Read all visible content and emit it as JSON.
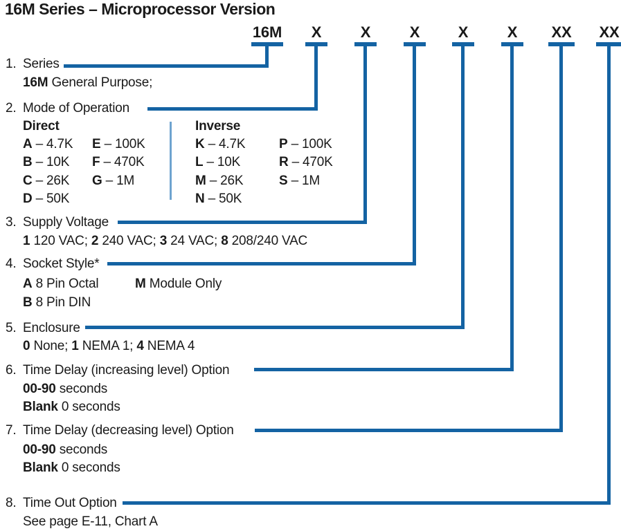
{
  "title": "16M Series – Microprocessor Version",
  "colors": {
    "connector_blue": "#1463a3",
    "divider_blue": "#6ea3cf",
    "text": "#1a1a1a"
  },
  "code_row": {
    "segments": [
      "16M",
      "X",
      "X",
      "X",
      "X",
      "X",
      "XX",
      "XX"
    ]
  },
  "items": [
    {
      "num": "1.",
      "label": "Series"
    },
    {
      "num": "2.",
      "label": "Mode of Operation"
    },
    {
      "num": "3.",
      "label": "Supply Voltage"
    },
    {
      "num": "4.",
      "label": "Socket Style*"
    },
    {
      "num": "5.",
      "label": "Enclosure"
    },
    {
      "num": "6.",
      "label": "Time Delay (increasing level) Option"
    },
    {
      "num": "7.",
      "label": "Time Delay (decreasing level) Option"
    },
    {
      "num": "8.",
      "label": "Time Out Option"
    }
  ],
  "details": {
    "series_line": [
      {
        "b": "16M"
      },
      {
        "t": " General Purpose;"
      }
    ],
    "mode": {
      "direct_header": "Direct",
      "inverse_header": "Inverse",
      "direct_col1": [
        [
          {
            "b": "A"
          },
          {
            "t": " – 4.7K"
          }
        ],
        [
          {
            "b": "B"
          },
          {
            "t": " – 10K"
          }
        ],
        [
          {
            "b": "C"
          },
          {
            "t": " – 26K"
          }
        ],
        [
          {
            "b": "D"
          },
          {
            "t": " – 50K"
          }
        ]
      ],
      "direct_col2": [
        [
          {
            "b": "E"
          },
          {
            "t": " – 100K"
          }
        ],
        [
          {
            "b": "F"
          },
          {
            "t": " – 470K"
          }
        ],
        [
          {
            "b": "G"
          },
          {
            "t": " – 1M"
          }
        ]
      ],
      "inverse_col1": [
        [
          {
            "b": "K"
          },
          {
            "t": " – 4.7K"
          }
        ],
        [
          {
            "b": "L"
          },
          {
            "t": " – 10K"
          }
        ],
        [
          {
            "b": "M"
          },
          {
            "t": " – 26K"
          }
        ],
        [
          {
            "b": "N"
          },
          {
            "t": " – 50K"
          }
        ]
      ],
      "inverse_col2": [
        [
          {
            "b": "P"
          },
          {
            "t": " – 100K"
          }
        ],
        [
          {
            "b": "R"
          },
          {
            "t": " – 470K"
          }
        ],
        [
          {
            "b": "S"
          },
          {
            "t": " – 1M"
          }
        ]
      ]
    },
    "supply_line": [
      {
        "b": "1"
      },
      {
        "t": " 120 VAC; "
      },
      {
        "b": "2"
      },
      {
        "t": " 240 VAC; "
      },
      {
        "b": "3"
      },
      {
        "t": " 24 VAC; "
      },
      {
        "b": "8"
      },
      {
        "t": " 208/240 VAC"
      }
    ],
    "socket_row1_left": [
      {
        "b": "A"
      },
      {
        "t": " 8 Pin Octal"
      }
    ],
    "socket_row1_right": [
      {
        "b": "M"
      },
      {
        "t": " Module Only"
      }
    ],
    "socket_row2": [
      {
        "b": "B"
      },
      {
        "t": " 8 Pin DIN"
      }
    ],
    "enclosure_line": [
      {
        "b": "0"
      },
      {
        "t": " None; "
      },
      {
        "b": "1"
      },
      {
        "t": " NEMA 1; "
      },
      {
        "b": "4"
      },
      {
        "t": " NEMA 4"
      }
    ],
    "delay_increasing": [
      [
        {
          "b": "00-90"
        },
        {
          "t": " seconds"
        }
      ],
      [
        {
          "b": "Blank"
        },
        {
          "t": " 0 seconds"
        }
      ]
    ],
    "delay_decreasing": [
      [
        {
          "b": "00-90"
        },
        {
          "t": " seconds"
        }
      ],
      [
        {
          "b": "Blank"
        },
        {
          "t": " 0 seconds"
        }
      ]
    ],
    "timeout_line": [
      {
        "t": "See page E-11, Chart A"
      }
    ]
  }
}
